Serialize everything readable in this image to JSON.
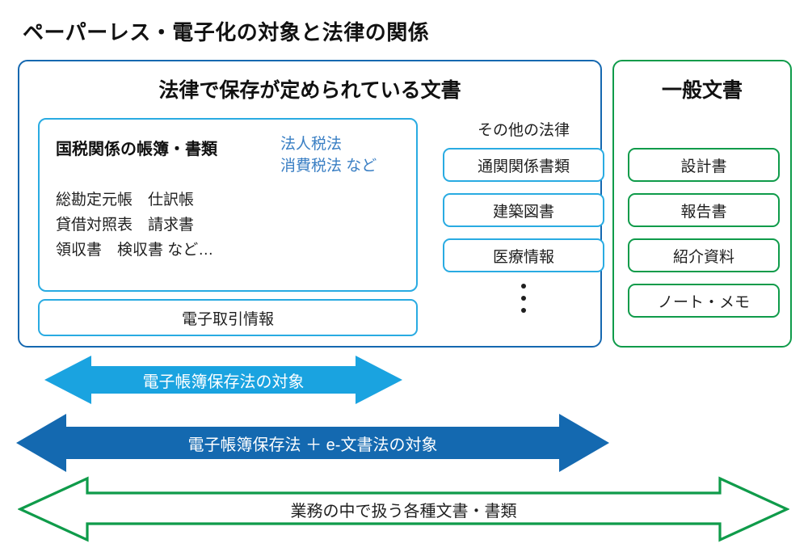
{
  "title": "ペーパーレス・電子化の対象と法律の関係",
  "colors": {
    "panel_blue": "#1568b0",
    "chip_blue": "#29abe2",
    "green": "#0f9b4a",
    "arrow_light_blue": "#1aa3e0",
    "arrow_dark_blue": "#1469b0",
    "law_text_blue": "#3a7fc4"
  },
  "legal_docs_panel": {
    "heading": "法律で保存が定められている文書",
    "tax_books_box": {
      "title": "国税関係の帳簿・書類",
      "laws": "法人税法\n消費税法 など",
      "documents": "総勘定元帳　仕訳帳\n貸借対照表　請求書\n領収書　検収書 など…"
    },
    "etrade_box": {
      "label": "電子取引情報"
    },
    "other_laws": {
      "label": "その他の法律",
      "items": [
        {
          "label": "通関関係書類"
        },
        {
          "label": "建築図書"
        },
        {
          "label": "医療情報"
        }
      ],
      "ellipsis_dots": 3
    }
  },
  "general_docs_panel": {
    "heading": "一般文書",
    "items": [
      {
        "label": "設計書"
      },
      {
        "label": "報告書"
      },
      {
        "label": "紹介資料"
      },
      {
        "label": "ノート・メモ"
      }
    ]
  },
  "arrows": [
    {
      "name": "denshi-chobo",
      "label": "電子帳簿保存法の対象",
      "style": "filled",
      "color": "#1aa3e0",
      "text_color": "#ffffff"
    },
    {
      "name": "denshi-plus-e",
      "label": "電子帳簿保存法 ＋ e-文書法の対象",
      "style": "filled",
      "color": "#1469b0",
      "text_color": "#ffffff"
    },
    {
      "name": "all-docs",
      "label": "業務の中で扱う各種文書・書類",
      "style": "outlined",
      "color": "#0f9b4a",
      "text_color": "#1f1f1f"
    }
  ]
}
